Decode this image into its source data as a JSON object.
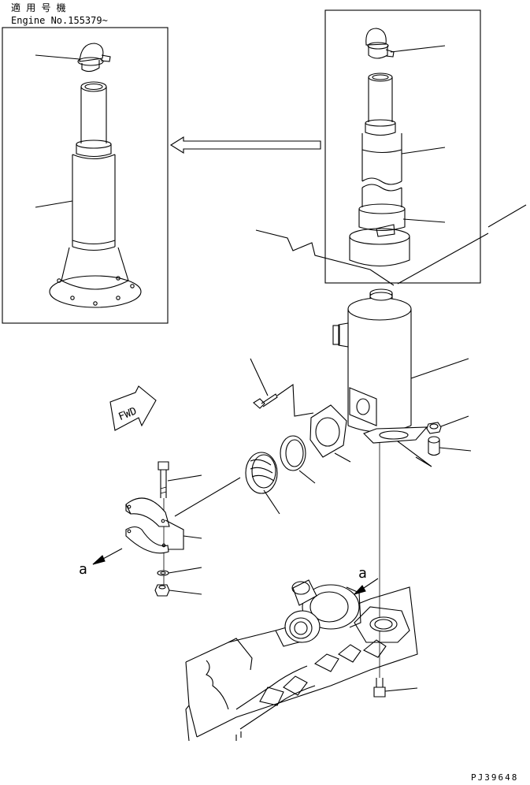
{
  "header": {
    "applicability_label": "適 用 号 機",
    "engine_serial": "Engine No.155379~"
  },
  "labels": {
    "fwd": "FWD",
    "view_a_left": "a",
    "view_a_right": "a",
    "drawing_number": "PJ39648"
  }
}
